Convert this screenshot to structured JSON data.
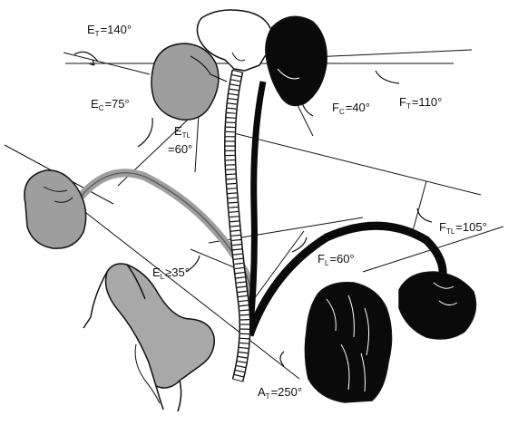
{
  "colors": {
    "black": "#0a0a0a",
    "gray": "#9e9e9e",
    "light": "#ffffff",
    "line": "#111111"
  },
  "labels": {
    "et": {
      "letter": "E",
      "sub": "T",
      "value": "=140°"
    },
    "ec": {
      "letter": "E",
      "sub": "C",
      "value": "=75°"
    },
    "etl": {
      "letter": "E",
      "sub": "TL",
      "value": "=60°"
    },
    "fc": {
      "letter": "F",
      "sub": "C",
      "value": "=40°"
    },
    "ft": {
      "letter": "F",
      "sub": "T",
      "value": "=110°"
    },
    "ftl": {
      "letter": "F",
      "sub": "TL",
      "value": "=105°"
    },
    "el": {
      "letter": "E",
      "sub": "L",
      "value": "≥35°"
    },
    "fl": {
      "letter": "F",
      "sub": "L",
      "value": "=60°"
    },
    "at": {
      "letter": "A",
      "sub": "T",
      "value": "=250°"
    }
  }
}
